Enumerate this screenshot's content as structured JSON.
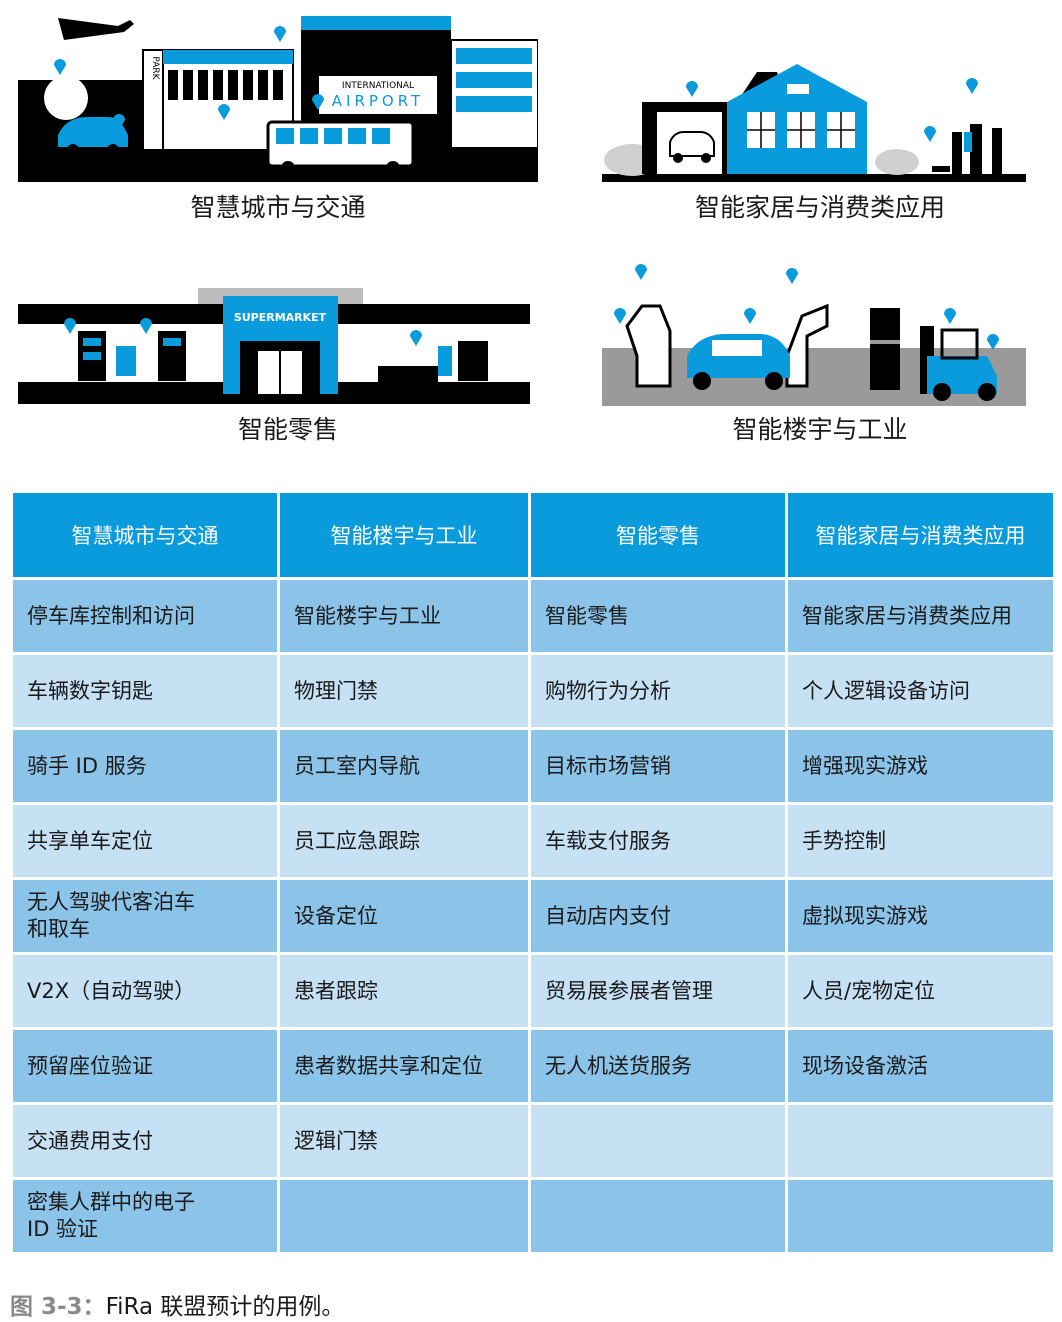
{
  "scenes": {
    "city": {
      "caption": "智慧城市与交通",
      "park_sign": "PARK",
      "airport_line1": "INTERNATIONAL",
      "airport_line2": "AIRPORT"
    },
    "home": {
      "caption": "智能家居与消费类应用"
    },
    "retail": {
      "caption": "智能零售",
      "store_sign": "SUPERMARKET"
    },
    "industry": {
      "caption": "智能楼宇与工业"
    }
  },
  "table": {
    "headers": [
      "智慧城市与交通",
      "智能楼宇与工业",
      "智能零售",
      "智能家居与消费类应用"
    ],
    "rows": [
      [
        "停车库控制和访问",
        "智能楼宇与工业",
        "智能零售",
        "智能家居与消费类应用"
      ],
      [
        "车辆数字钥匙",
        "物理门禁",
        "购物行为分析",
        "个人逻辑设备访问"
      ],
      [
        "骑手 ID 服务",
        "员工室内导航",
        "目标市场营销",
        "增强现实游戏"
      ],
      [
        "共享单车定位",
        "员工应急跟踪",
        "车载支付服务",
        "手势控制"
      ],
      [
        "无人驾驶代客泊车\n和取车",
        "设备定位",
        "自动店内支付",
        "虚拟现实游戏"
      ],
      [
        "V2X（自动驾驶）",
        "患者跟踪",
        "贸易展参展者管理",
        "人员/宠物定位"
      ],
      [
        "预留座位验证",
        "患者数据共享和定位",
        "无人机送货服务",
        "现场设备激活"
      ],
      [
        "交通费用支付",
        "逻辑门禁",
        "",
        ""
      ],
      [
        "密集人群中的电子\nID 验证",
        "",
        "",
        ""
      ]
    ]
  },
  "figure": {
    "label": "图 3-3：",
    "caption": "FiRa 联盟预计的用例。"
  },
  "colors": {
    "header": "#0a9bdd",
    "row_dark": "#8cc3e8",
    "row_light": "#c7e1f4",
    "accent": "#0a9bdd"
  }
}
